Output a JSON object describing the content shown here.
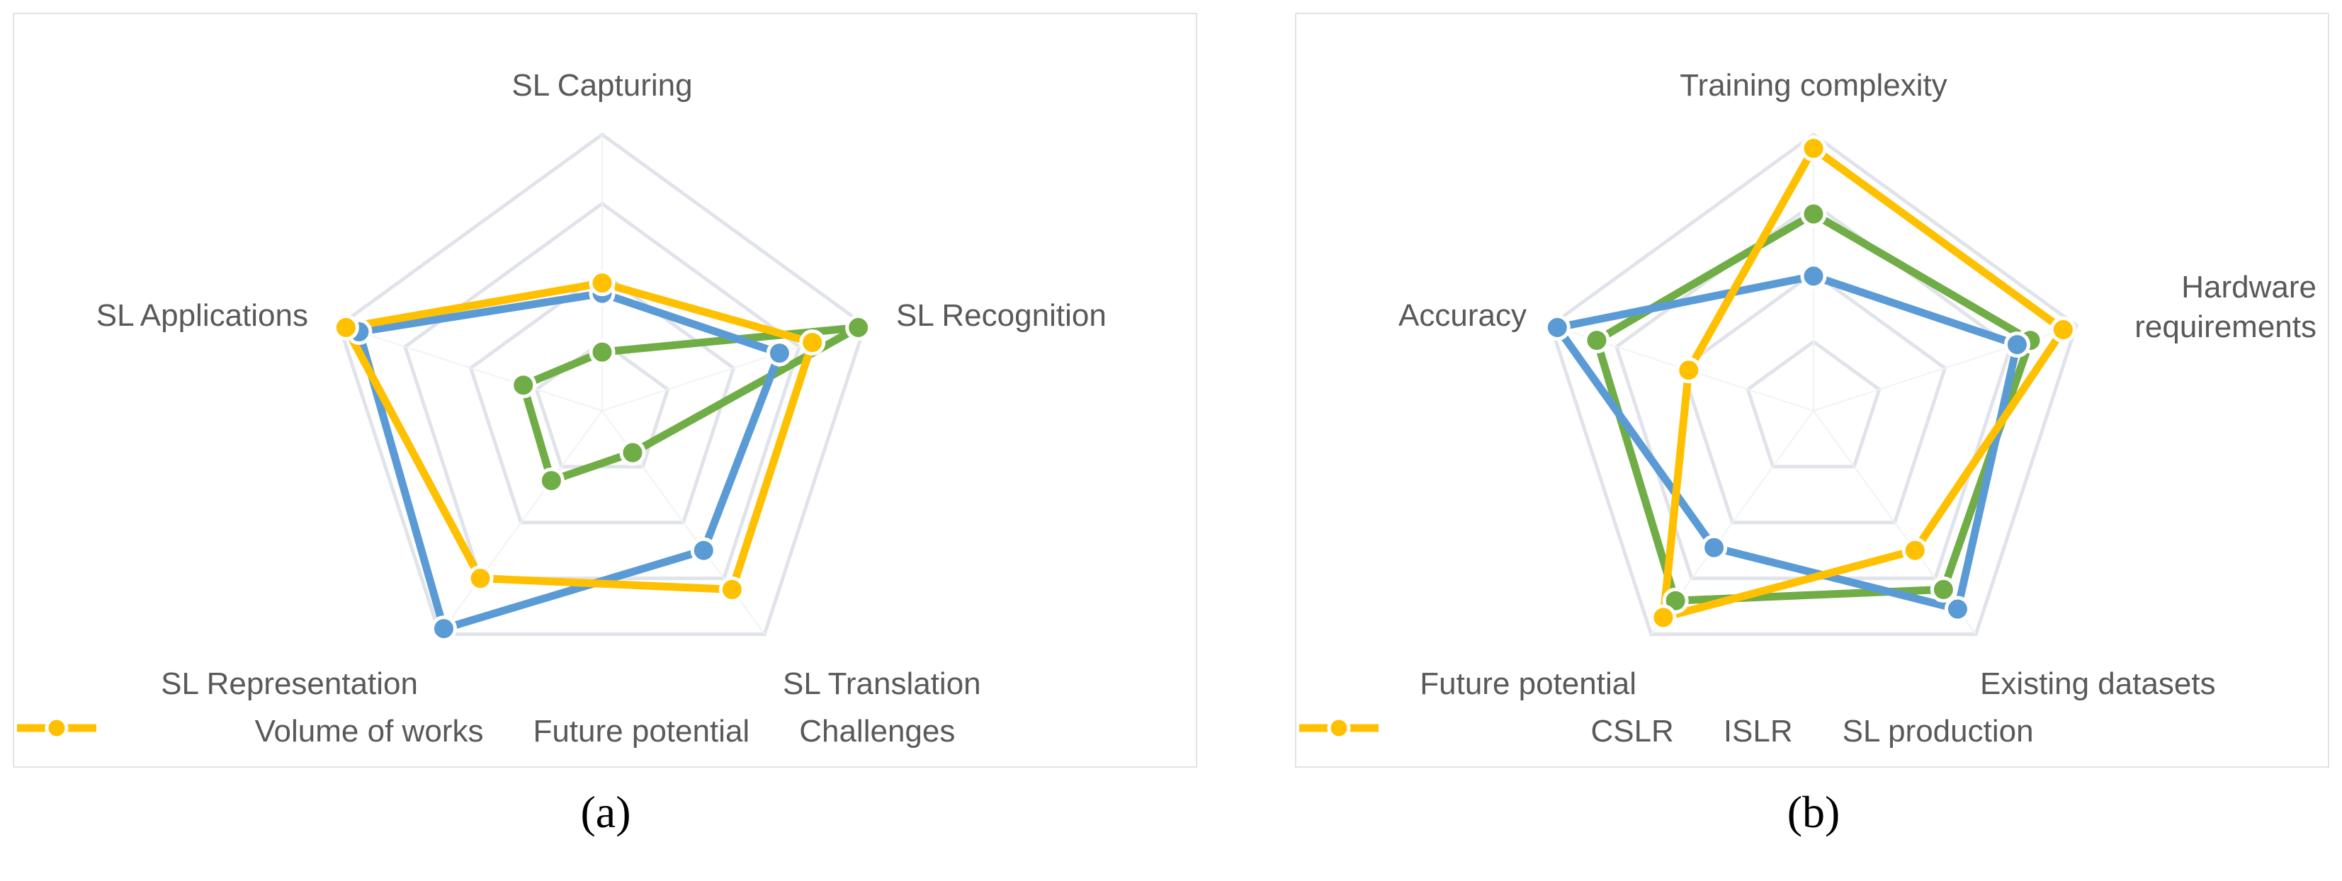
{
  "captions": {
    "a": "(a)",
    "b": "(b)"
  },
  "chart_data": [
    {
      "type": "radar",
      "axes": [
        "SL Capturing",
        "SL Recognition",
        "SL Translation",
        "SL Representation",
        "SL Applications"
      ],
      "range": [
        0,
        4
      ],
      "grid": true,
      "legend": "bottom",
      "series": [
        {
          "name": "Volume of works",
          "color": "#70ad47",
          "values": [
            0.85,
            3.9,
            0.75,
            1.25,
            1.2
          ]
        },
        {
          "name": "Future potential",
          "color": "#5b9bd5",
          "values": [
            1.7,
            2.7,
            2.5,
            3.9,
            3.7
          ]
        },
        {
          "name": "Challenges",
          "color": "#ffc000",
          "values": [
            1.85,
            3.2,
            3.2,
            3.0,
            3.9
          ]
        }
      ]
    },
    {
      "type": "radar",
      "axes": [
        "Training complexity",
        "Hardware requirements",
        "Existing datasets",
        "Future potential",
        "Accuracy"
      ],
      "range": [
        0,
        4
      ],
      "grid": true,
      "legend": "bottom",
      "series": [
        {
          "name": "CSLR",
          "color": "#70ad47",
          "values": [
            2.85,
            3.3,
            3.2,
            3.4,
            3.3
          ]
        },
        {
          "name": "ISLR",
          "color": "#5b9bd5",
          "values": [
            1.95,
            3.1,
            3.55,
            2.45,
            3.9
          ]
        },
        {
          "name": "SL production",
          "color": "#ffc000",
          "values": [
            3.8,
            3.8,
            2.5,
            3.7,
            1.9
          ]
        }
      ]
    }
  ]
}
